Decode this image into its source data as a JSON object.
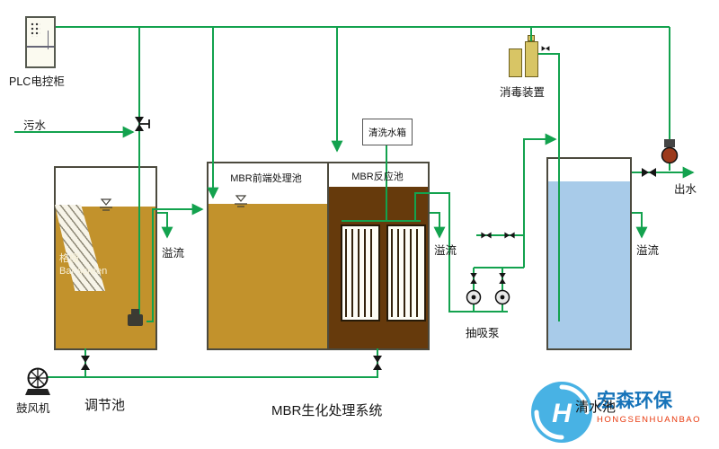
{
  "colors": {
    "pipe-green": "#13a24e",
    "tank-liquid": "#c2922c",
    "reactor-liquid": "#663a0c",
    "clean-water": "#a8cbe9",
    "disinfection-box": "#d8c565",
    "tank-wall": "#4c4a3e",
    "logo-blue": "#2fa7e0",
    "logo-text-blue": "#1673b9",
    "logo-text-red": "#e8380d"
  },
  "equipment": {
    "plc_cabinet": "PLC电控柜",
    "blower": "鼓风机",
    "suction_pump": "抽吸泵",
    "cleaning_tank": "清洗水箱",
    "disinfection": "消毒装置",
    "bar_screen_cn": "格栅",
    "bar_screen_en": "Bar screen"
  },
  "streams": {
    "inlet": "污水",
    "outlet": "出水",
    "overflow": "溢流"
  },
  "tanks": {
    "tank1": "调节池",
    "mbr_front": "MBR前端处理池",
    "mbr_reactor": "MBR反应池",
    "mbr_system": "MBR生化处理系统",
    "clean_tank": "清水池"
  },
  "logo": {
    "monogram": "H",
    "cn": "宏森环保",
    "en": "HONGSENHUANBAO"
  }
}
